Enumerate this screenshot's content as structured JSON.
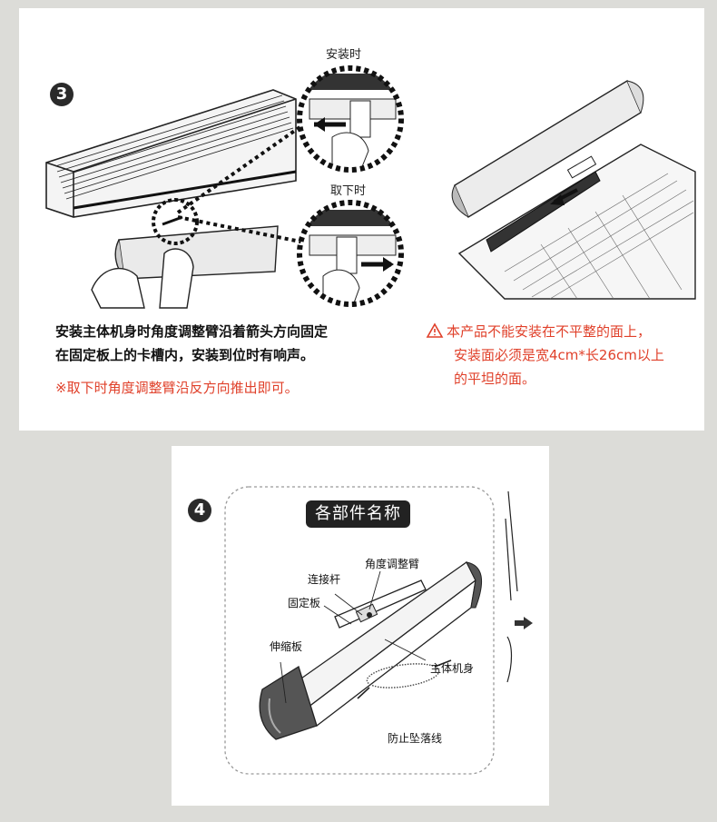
{
  "step3": {
    "number": "3",
    "caption_install": "安装时",
    "caption_remove": "取下时",
    "instruction_line1": "安装主体机身时角度调整臂沿着箭头方向固定",
    "instruction_line2": "在固定板上的卡槽内，安装到位时有响声。",
    "note": "※取下时角度调整臂沿反方向推出即可。",
    "warning_line1": "本产品不能安装在不平整的面上，",
    "warning_line2": "安装面必须是宽4cm*长26cm以上",
    "warning_line3": "的平坦的面。",
    "warning_icon": "warning-triangle-icon"
  },
  "step4": {
    "number": "4",
    "title": "各部件名称",
    "labels": {
      "angle_arm": "角度调整臂",
      "connecting_rod": "连接杆",
      "fixing_plate": "固定板",
      "telescopic_plate": "伸缩板",
      "main_body": "主体机身",
      "anti_fall_cord": "防止坠落线"
    }
  },
  "colors": {
    "background": "#dcdcd8",
    "panel": "#ffffff",
    "accent_red": "#e0402a",
    "dark": "#222222"
  }
}
